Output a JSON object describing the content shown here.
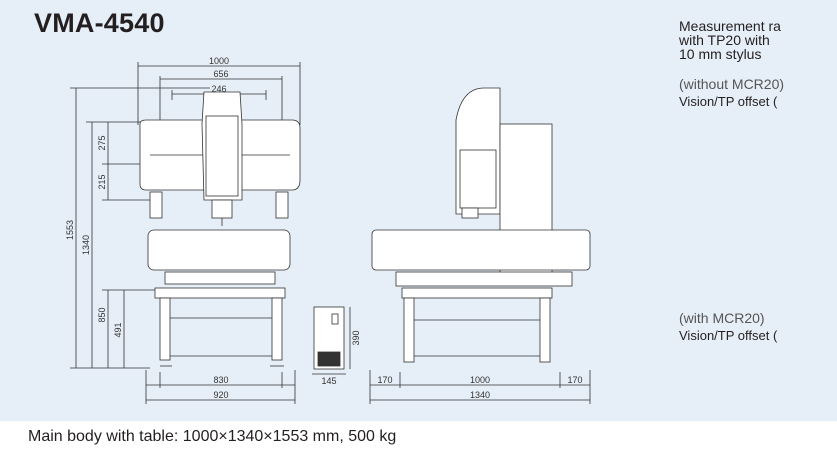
{
  "title": "VMA-4540",
  "front_view": {
    "dims": {
      "width_total": "1000",
      "width_gantry": "656",
      "width_head": "246",
      "height_total": "1553",
      "height_1340": "1340",
      "height_850": "850",
      "height_491": "491",
      "height_275": "275",
      "height_215": "215",
      "table_830": "830",
      "table_920": "920"
    }
  },
  "controller": {
    "dims": {
      "height": "390",
      "width": "145"
    }
  },
  "side_view": {
    "dims": {
      "left": "170",
      "middle": "1000",
      "right": "170",
      "total": "1340"
    }
  },
  "right_panel": {
    "measurement_lines": [
      "Measurement ra",
      "with TP20 with",
      "10 mm stylus"
    ],
    "without_label": "(without MCR20)",
    "offset_label_1": "Vision/TP offset (",
    "with_label": "(with MCR20)",
    "offset_label_2": "Vision/TP offset ("
  },
  "caption": {
    "label": "Main body with table:",
    "value": "1000×1340×1553 mm, 500 kg"
  },
  "colors": {
    "background": "#e6eef7",
    "line": "#333333",
    "machine": "#ffffff"
  }
}
